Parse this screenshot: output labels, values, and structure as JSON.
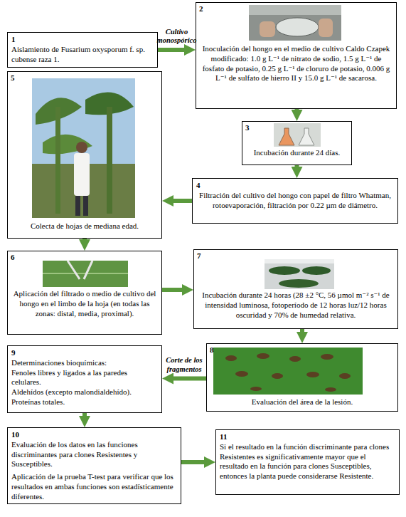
{
  "diagram": {
    "nodes": [
      {
        "text": [
          "1",
          "Aislamiento de Fusarium oxysporum f. sp. cubense raza 1."
        ]
      },
      {
        "text": [
          "2",
          "Inoculación del hongo en el medio de cultivo Caldo Czapek modificado: 1.0 g L⁻¹ de nitrato de sodio, 1.5 g L⁻¹ de fosfato de potasio, 0.25 g L⁻¹ de cloruro de potasio, 0.006 g L⁻¹ de sulfato de hierro II y 15.0 g L⁻¹ de sacarosa."
        ]
      },
      {
        "text": [
          "3",
          "Incubación durante 24 días."
        ]
      },
      {
        "text": [
          "4",
          "Filtración del cultivo del hongo con papel de filtro Whatman, rotoevaporación, filtración por 0.22 µm de diámetro."
        ]
      },
      {
        "text": [
          "5",
          "Colecta de hojas de mediana edad."
        ]
      },
      {
        "text": [
          "6",
          "Aplicación del filtrado o medio de cultivo del hongo en el limbo de la hoja (en todas las zonas: distal, media, proximal)."
        ]
      },
      {
        "text": [
          "7",
          "Incubación durante 24 horas (28 ±2 °C, 56 µmol m⁻² s⁻¹ de intensidad luminosa, fotoperíodo de 12 horas luz/12 horas oscuridad y 70% de humedad relativa."
        ]
      },
      {
        "text": [
          "8",
          "Evaluación del área de la lesión."
        ]
      },
      {
        "text": [
          "9",
          "Determinaciones bioquímicas:",
          "Fenoles libres y ligados a las paredes celulares.",
          "Aldehídos (excepto malondialdehído).",
          "Proteínas totales."
        ]
      },
      {
        "text": [
          "10",
          "Evaluación de los datos en las funciones discriminantes para clones Resistentes y Susceptibles.",
          "Aplicación de la prueba T-test para verificar que los resultados en ambas funciones son estadísticamente diferentes."
        ]
      },
      {
        "text": [
          "11",
          "Si el resultado en la función discriminante para clones Resistentes es significativamente mayor que el resultado en la función para clones Susceptibles, entonces la planta puede considerarse Resistente."
        ]
      }
    ],
    "edges": [
      {
        "from": 0,
        "to": 1,
        "arrow": "to",
        "label": "Cultivo monospórico"
      },
      {
        "from": 1,
        "to": 2,
        "arrow": "to"
      },
      {
        "from": 2,
        "to": 3,
        "arrow": "to"
      },
      {
        "from": 3,
        "to": 4,
        "arrow": "to"
      },
      {
        "from": 4,
        "to": 5,
        "arrow": "to"
      },
      {
        "from": 5,
        "to": 6,
        "arrow": "to"
      },
      {
        "from": 6,
        "to": 7,
        "arrow": "to"
      },
      {
        "from": 7,
        "to": 8,
        "arrow": "to",
        "label": "Corte de los fragmentos"
      },
      {
        "from": 8,
        "to": 9,
        "arrow": "to"
      },
      {
        "from": 9,
        "to": 10,
        "arrow": "to"
      }
    ]
  }
}
